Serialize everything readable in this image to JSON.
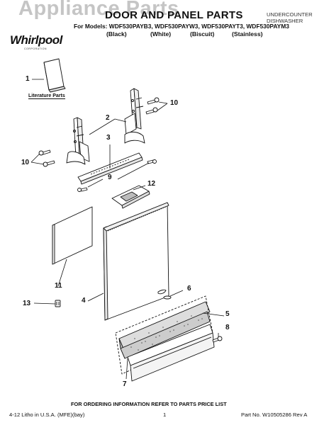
{
  "header": {
    "watermark": "Appliance Parts",
    "title": "DOOR AND PANEL PARTS",
    "subtitle_line1": "UNDERCOUNTER",
    "subtitle_line2": "DISHWASHER",
    "models_line": "For Models: WDF530PAYB3, WDF530PAYW3, WDF530PAYT3, WDF530PAYM3",
    "colors": [
      "(Black)",
      "(White)",
      "(Biscuit)",
      "(Stainless)"
    ],
    "brand": "Whirlpool",
    "brand_sub": "CORPORATION"
  },
  "diagram": {
    "literature_label": "Literature Parts",
    "callouts": [
      "1",
      "2",
      "3",
      "4",
      "5",
      "6",
      "7",
      "8",
      "9",
      "10",
      "10",
      "11",
      "12",
      "13"
    ]
  },
  "footer": {
    "order_note": "FOR ORDERING INFORMATION REFER TO PARTS PRICE LIST",
    "left": "4-12 Litho in U.S.A. (MFE)(bay)",
    "page": "1",
    "right": "Part No. W10505286 Rev A"
  }
}
